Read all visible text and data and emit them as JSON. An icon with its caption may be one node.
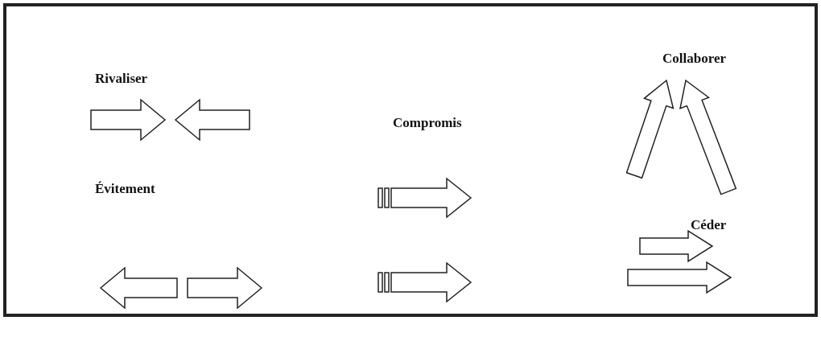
{
  "diagram": {
    "labels": [
      "Rivaliser",
      "Collaborer",
      "Compromis",
      "Évitement",
      "Céder"
    ]
  }
}
